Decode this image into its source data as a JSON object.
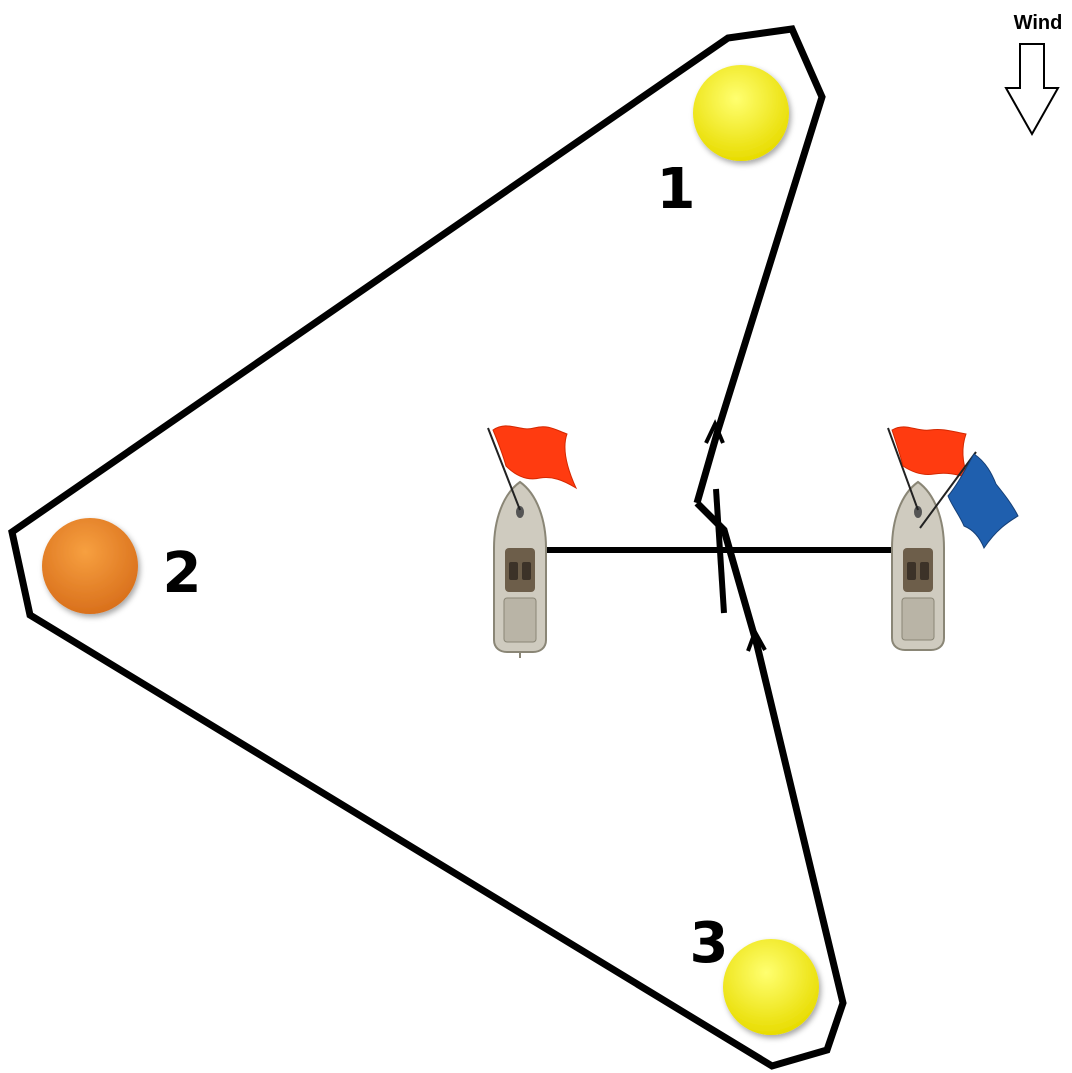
{
  "wind": {
    "label": "Wind",
    "direction": "down"
  },
  "marks": [
    {
      "number": "1",
      "color": "#ffee10"
    },
    {
      "number": "2",
      "color": "#f0852a"
    },
    {
      "number": "3",
      "color": "#ffee10"
    }
  ],
  "flags": {
    "start_boat_flag_color": "#ff3b10",
    "finish_boat_flag_color": "#ff3b10",
    "finish_boat_blue_flag_color": "#1f5fae"
  },
  "colors": {
    "course_line": "#000000",
    "boat_hull": "#c9c5b8"
  }
}
